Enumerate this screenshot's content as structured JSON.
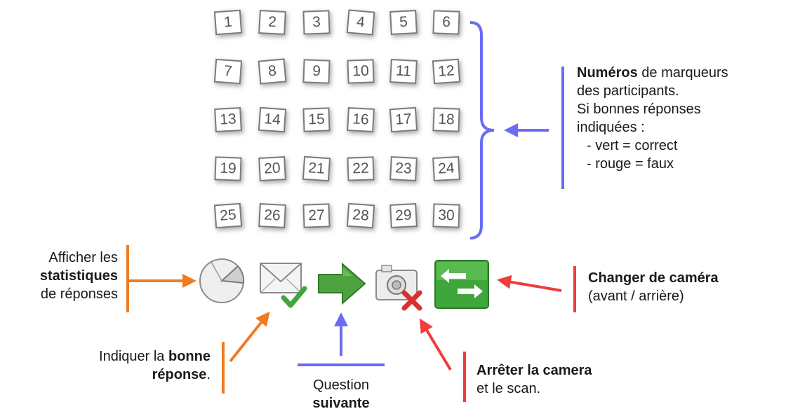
{
  "markers": [
    "1",
    "2",
    "3",
    "4",
    "5",
    "6",
    "7",
    "8",
    "9",
    "10",
    "11",
    "12",
    "13",
    "14",
    "15",
    "16",
    "17",
    "18",
    "19",
    "20",
    "21",
    "22",
    "23",
    "24",
    "25",
    "26",
    "27",
    "28",
    "29",
    "30"
  ],
  "annotations": {
    "numbers": {
      "bold": "Numéros",
      "rest": " de marqueurs",
      "line2": "des participants.",
      "line3": "Si bonnes réponses",
      "line4": "indiquées :",
      "line5": "- vert = correct",
      "line6": "- rouge = faux"
    },
    "stats": {
      "line1": "Afficher les",
      "bold": "statistiques",
      "line3": "de réponses"
    },
    "answer": {
      "pre": "Indiquer la ",
      "bold1": "bonne",
      "bold2": "réponse",
      "post": "."
    },
    "next": {
      "line1": "Question",
      "bold": "suivante"
    },
    "stop": {
      "bold": "Arrêter la camera",
      "line2": "et le scan."
    },
    "camera": {
      "bold": "Changer de caméra",
      "line2": "(avant / arrière)"
    }
  },
  "colors": {
    "blue": "#6b6bf5",
    "orange": "#f07c22",
    "red": "#f03c3c",
    "green": "#3ea63a"
  },
  "icons": [
    "pie-chart-icon",
    "envelope-check-icon",
    "next-arrow-icon",
    "camera-stop-icon",
    "switch-camera-icon"
  ]
}
